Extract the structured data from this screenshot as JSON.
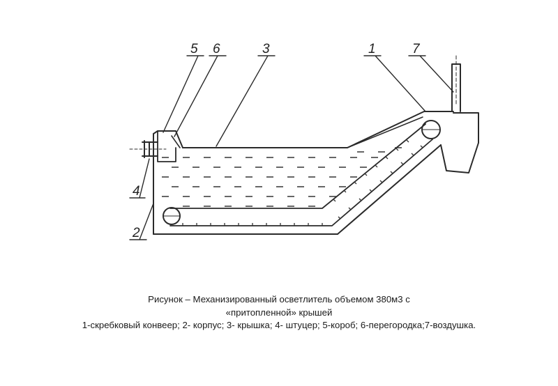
{
  "figure": {
    "labels": {
      "l1": "1",
      "l2": "2",
      "l3": "3",
      "l4": "4",
      "l5": "5",
      "l6": "6",
      "l7": "7"
    },
    "caption": {
      "line1": "Рисунок  – Механизированный осветлитель объемом 380м3 с",
      "line2": "«притопленной» крышей",
      "line3": "1-скребковый конвеер; 2- корпус; 3- крышка; 4-  штуцер; 5-короб; 6-перегородка;7-воздушка."
    }
  }
}
